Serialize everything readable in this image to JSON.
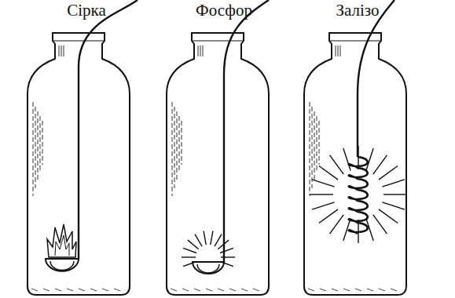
{
  "diagram": {
    "labels": [
      "Сірка",
      "Фосфор",
      "Залізо"
    ]
  }
}
